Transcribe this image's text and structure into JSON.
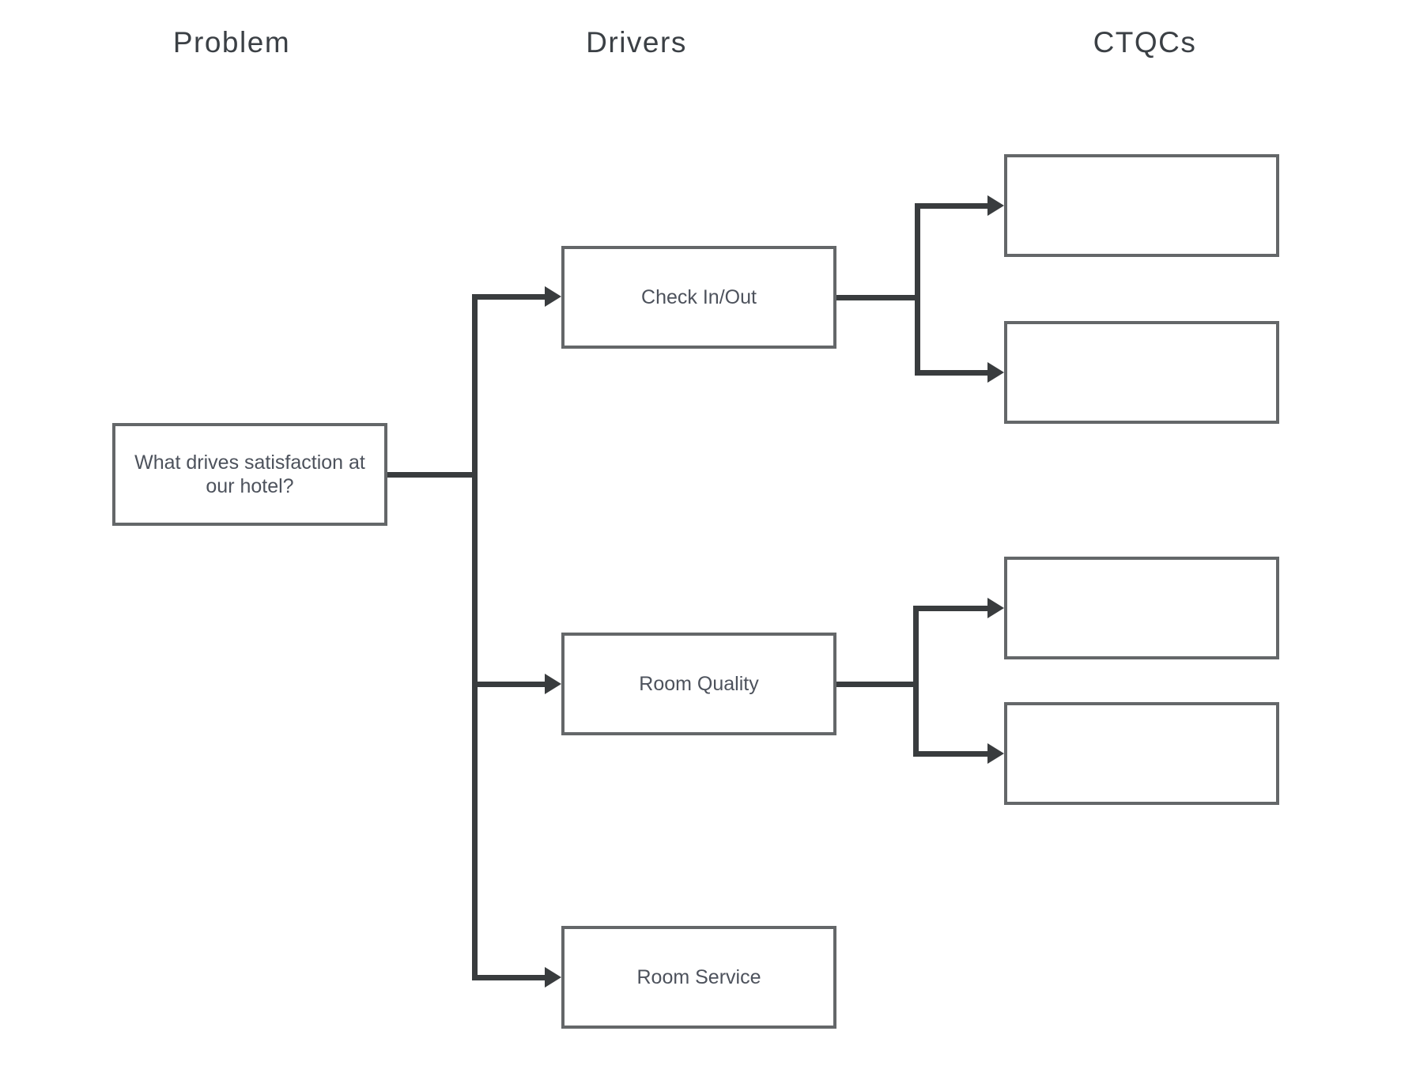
{
  "columns": [
    {
      "label": "Problem"
    },
    {
      "label": "Drivers"
    },
    {
      "label": "CTQCs"
    }
  ],
  "nodes": {
    "problem": {
      "label": "What drives satisfaction at our hotel?"
    },
    "driver_check_in_out": {
      "label": "Check In/Out"
    },
    "driver_room_quality": {
      "label": "Room Quality"
    },
    "driver_room_service": {
      "label": "Room Service"
    },
    "ctqc_1": {
      "label": ""
    },
    "ctqc_2": {
      "label": ""
    },
    "ctqc_3": {
      "label": ""
    },
    "ctqc_4": {
      "label": ""
    }
  },
  "edges": [
    {
      "from": "problem",
      "to": "driver_check_in_out"
    },
    {
      "from": "problem",
      "to": "driver_room_quality"
    },
    {
      "from": "problem",
      "to": "driver_room_service"
    },
    {
      "from": "driver_check_in_out",
      "to": "ctqc_1"
    },
    {
      "from": "driver_check_in_out",
      "to": "ctqc_2"
    },
    {
      "from": "driver_room_quality",
      "to": "ctqc_3"
    },
    {
      "from": "driver_room_quality",
      "to": "ctqc_4"
    }
  ],
  "colors": {
    "background": "#ffffff",
    "box_border": "#646769",
    "box_fill": "#ffffff",
    "connector": "#393c3e",
    "node_text": "#4d525c",
    "header_text": "#3b4045"
  }
}
